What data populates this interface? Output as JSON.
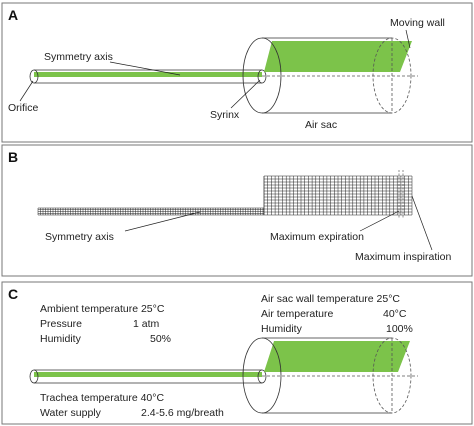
{
  "colors": {
    "green": "#7cc34a",
    "mesh_red": "#d42020"
  },
  "panel_a": {
    "letter": "A",
    "symmetry_axis": "Symmetry axis",
    "orifice": "Orifice",
    "syrinx": "Syrinx",
    "air_sac": "Air sac",
    "moving_wall": "Moving wall"
  },
  "panel_b": {
    "letter": "B",
    "symmetry_axis": "Symmetry axis",
    "max_expiration": "Maximum expiration",
    "max_inspiration": "Maximum inspiration"
  },
  "panel_c": {
    "letter": "C",
    "ambient_temp": "Ambient temperature 25°C",
    "pressure_label": "Pressure",
    "pressure_value": "1 atm",
    "humidity_label": "Humidity",
    "humidity_value": "50%",
    "air_sac_wall_temp": "Air sac wall temperature 25°C",
    "air_temp_label": "Air temperature",
    "air_temp_value": "40°C",
    "sac_humidity_label": "Humidity",
    "sac_humidity_value": "100%",
    "trachea_temp": "Trachea temperature 40°C",
    "water_supply_label": "Water supply",
    "water_supply_value": "2.4-5.6 mg/breath"
  }
}
